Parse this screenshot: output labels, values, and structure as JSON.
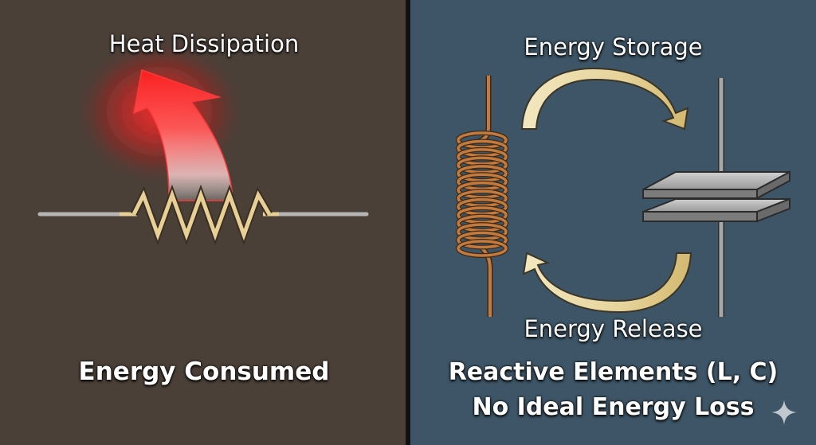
{
  "left_panel": {
    "heat_label": "Heat Dissipation",
    "consumed_label": "Energy Consumed"
  },
  "right_panel": {
    "storage_label": "Energy Storage",
    "release_label": "Energy Release",
    "reactive_label": "Reactive Elements (L, C)",
    "no_loss_label": "No Ideal Energy Loss"
  },
  "colors": {
    "left_bg": "#4a4038",
    "right_bg": "#3d5566",
    "heat_red": "#ff2a2a",
    "wire_gray": "#b5b5b5",
    "resistor_tan": "#e8cf95",
    "coil_copper": "#c47a3c",
    "arrow_gold": "#e6d39a",
    "plate_gray": "#a8a8a8"
  },
  "icons": [
    "heat-arrow-icon",
    "resistor-icon",
    "inductor-coil-icon",
    "capacitor-icon",
    "cycle-arrow-icon",
    "sparkle-icon"
  ]
}
